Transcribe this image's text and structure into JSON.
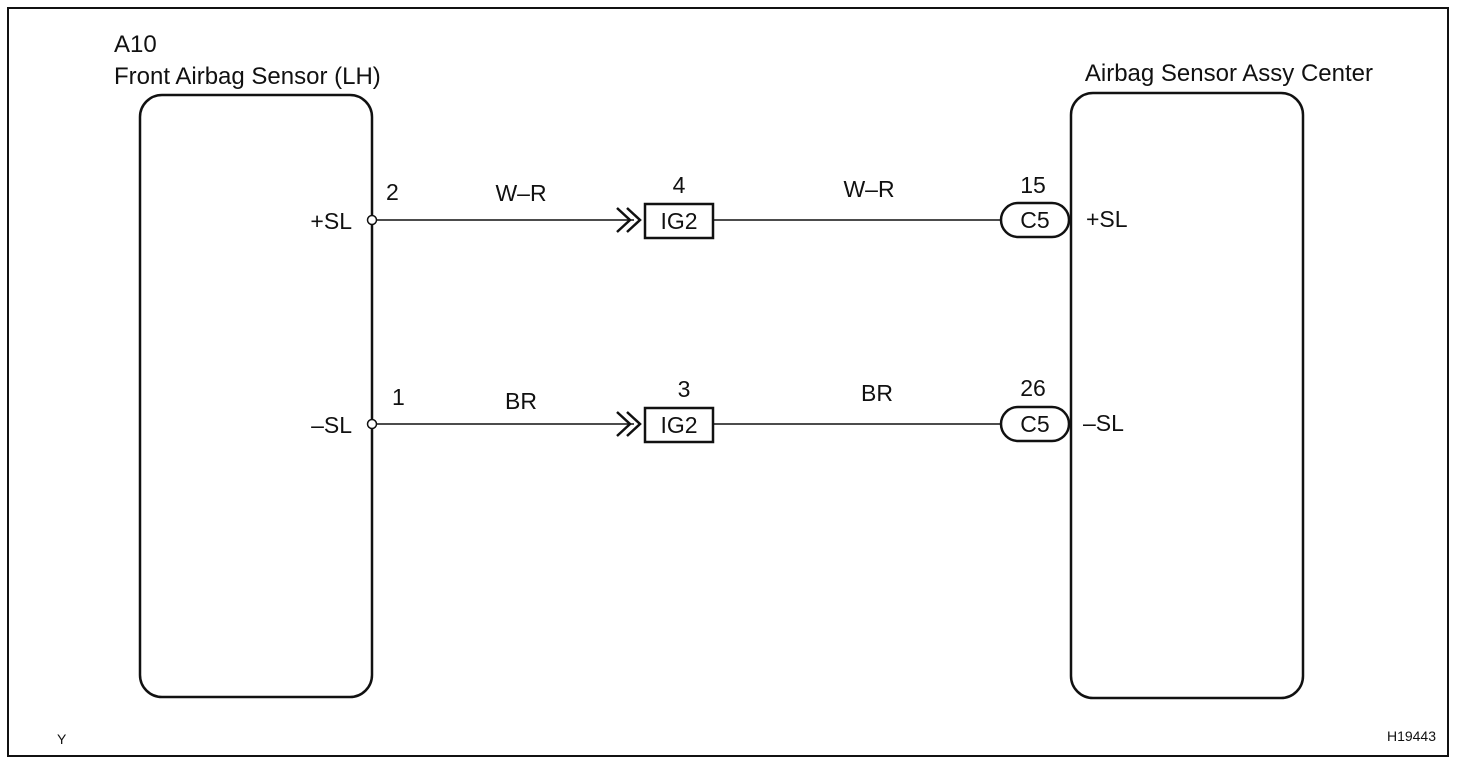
{
  "left_component": {
    "code": "A10",
    "name": "Front Airbag Sensor (LH)",
    "pins": {
      "plus": {
        "label": "+SL",
        "number": "2"
      },
      "minus": {
        "label": "–SL",
        "number": "1"
      }
    }
  },
  "right_component": {
    "name": "Airbag Sensor Assy Center",
    "pins": {
      "plus": {
        "label": "+SL",
        "number": "15",
        "connector": "C5"
      },
      "minus": {
        "label": "–SL",
        "number": "26",
        "connector": "C5"
      }
    }
  },
  "wires": {
    "top": {
      "color_left": "W–R",
      "color_right": "W–R",
      "junction": {
        "label": "IG2",
        "pin": "4"
      }
    },
    "bottom": {
      "color_left": "BR",
      "color_right": "BR",
      "junction": {
        "label": "IG2",
        "pin": "3"
      }
    }
  },
  "footer": {
    "left_mark": "Y",
    "figure_id": "H19443"
  }
}
